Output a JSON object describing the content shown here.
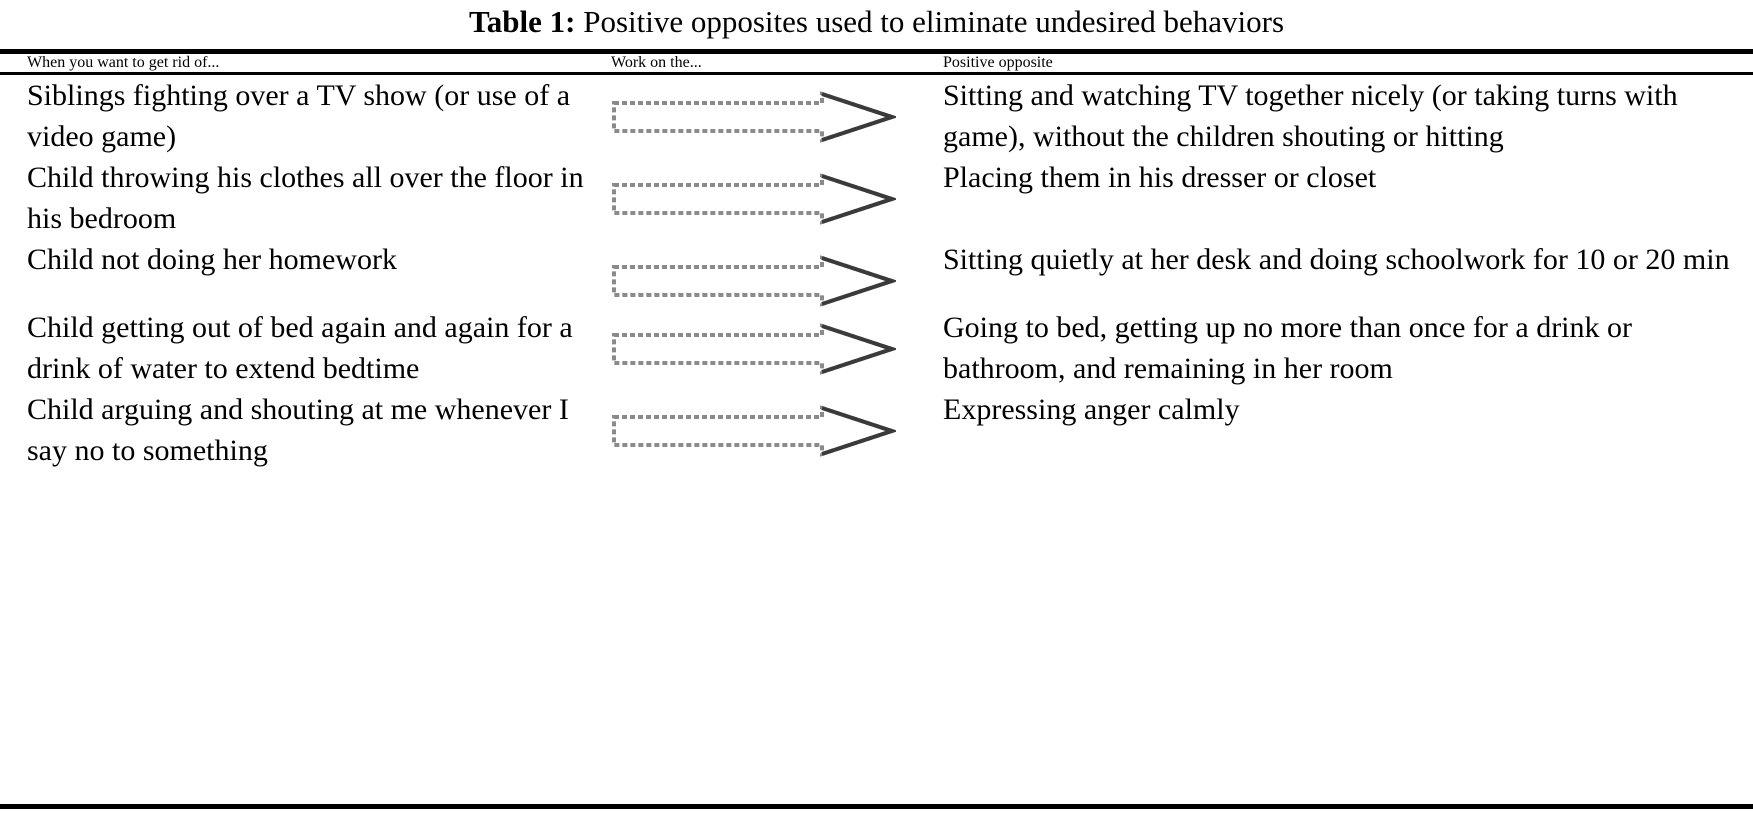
{
  "caption": {
    "label": "Table 1:",
    "text": "Positive opposites used to eliminate undesired behaviors"
  },
  "table": {
    "headers": {
      "col_a": "When you want to get rid of...",
      "col_b": "Work on the...",
      "col_c": "Positive opposite"
    },
    "arrow_icon": "right-block-arrow",
    "rows": [
      {
        "behavior": "Siblings fighting over a TV show (or use of a video game)",
        "positive_opposite": "Sitting and watching TV together nicely (or taking turns with game), without the children shouting or hitting"
      },
      {
        "behavior": "Child throwing his clothes all over the floor in his bedroom",
        "positive_opposite": "Placing them in his dresser or closet"
      },
      {
        "behavior": "Child not doing her homework",
        "positive_opposite": "Sitting quietly at her desk and doing schoolwork for 10 or 20 min"
      },
      {
        "behavior": "Child getting out of bed again and again for a drink of water to extend bedtime",
        "positive_opposite": "Going to bed, getting up no more than once for a drink or bathroom, and remaining in her room"
      },
      {
        "behavior": "Child arguing and shouting at me whenever I say no to something",
        "positive_opposite": "Expressing anger calmly"
      }
    ]
  },
  "colors": {
    "text": "#000000",
    "background": "#ffffff",
    "rule": "#000000",
    "arrow_outline": "#8a8a8a",
    "arrow_head_outline": "#3a3a3a",
    "arrow_fill": "#ffffff"
  }
}
